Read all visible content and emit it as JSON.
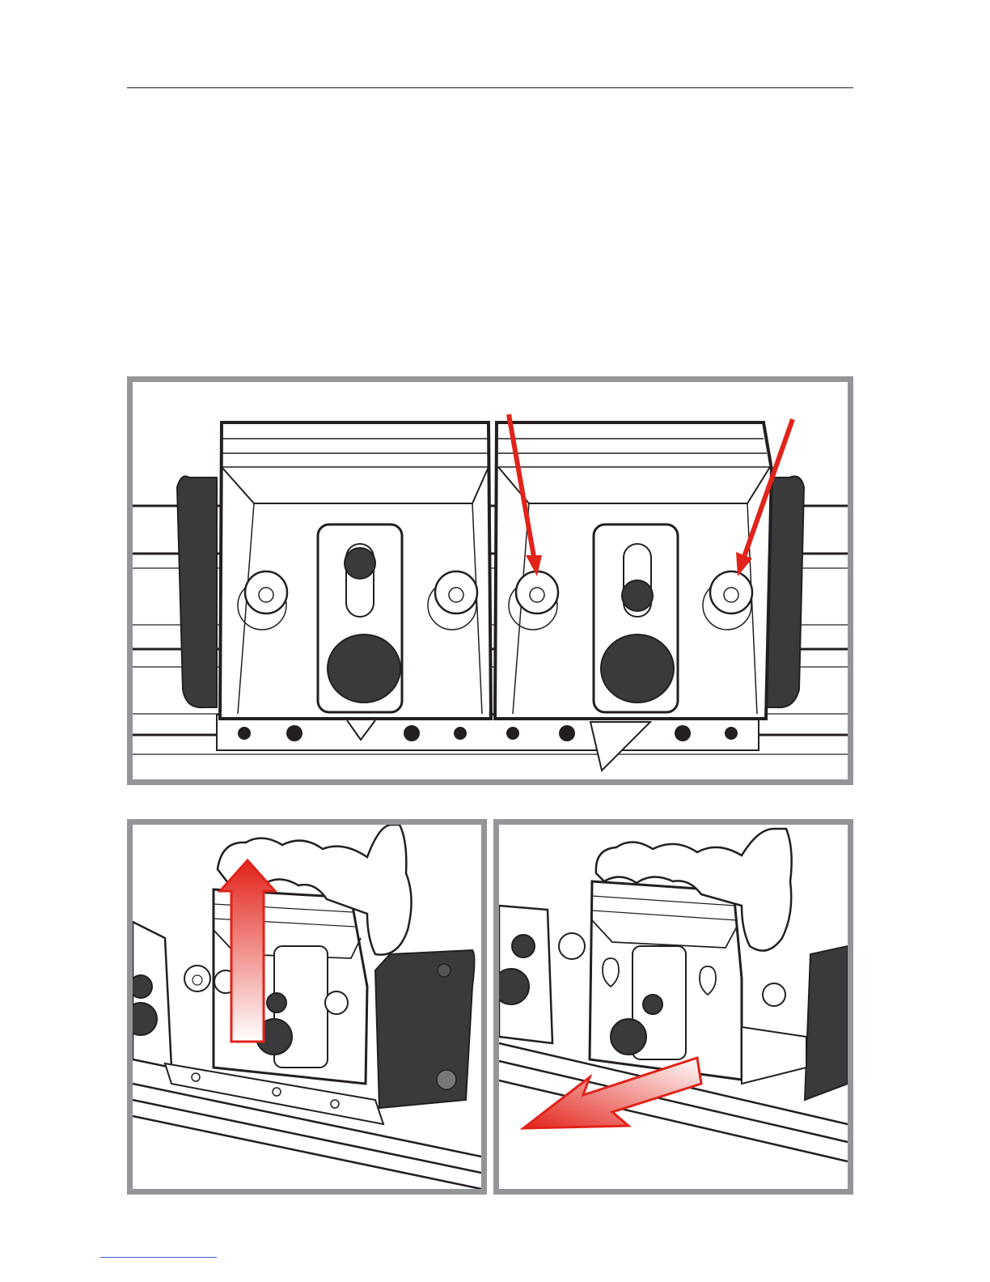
{
  "page": {
    "header_rule": true,
    "footer_link_underline": true
  },
  "colors": {
    "frame": "#939598",
    "ink": "#231f20",
    "knob": "#3a3a3c",
    "arrow_red": "#e2231a",
    "link_blue": "#3a55c8"
  },
  "figures": [
    {
      "id": "figure-two-clamps",
      "content": "two-clamp-assembly-on-rail",
      "callouts": [
        "arrow-to-left-thumbscrew",
        "arrow-to-right-thumbscrew"
      ]
    },
    {
      "id": "figure-lift-clamp",
      "content": "hand-lifting-clamp",
      "callouts": [
        "up-arrow"
      ]
    },
    {
      "id": "figure-slide-clamp",
      "content": "hand-sliding-clamp",
      "callouts": [
        "outward-arrow"
      ]
    }
  ]
}
